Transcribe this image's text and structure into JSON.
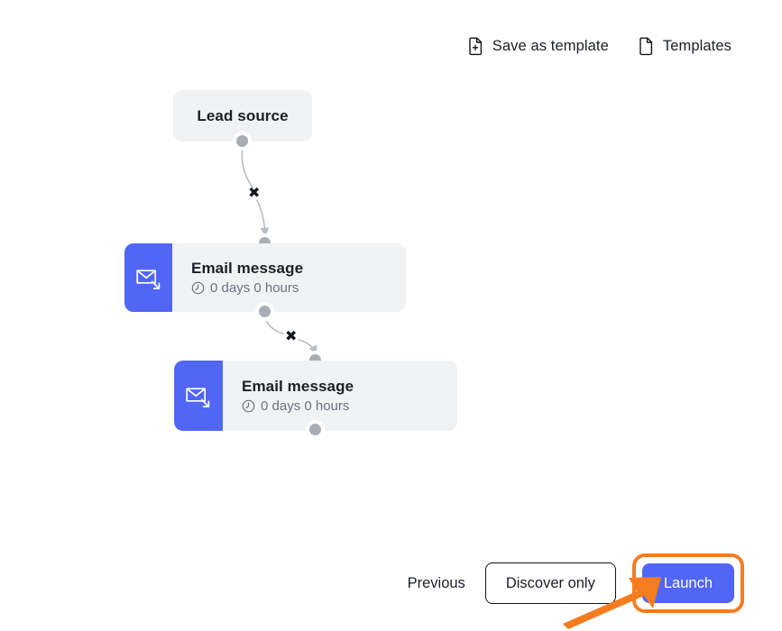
{
  "toolbar": {
    "actions": [
      {
        "label": "Save as template",
        "icon": "document-plus-icon"
      },
      {
        "label": "Templates",
        "icon": "document-icon"
      }
    ]
  },
  "flow": {
    "nodes": [
      {
        "id": "lead-source",
        "type": "trigger",
        "title": "Lead source",
        "subtitle": "",
        "icon": "",
        "accent": "#f1f2f4"
      },
      {
        "id": "email-message-1",
        "type": "email",
        "title": "Email message",
        "subtitle": "0 days 0 hours",
        "icon": "mail-send-icon",
        "accent": "#5166f5"
      },
      {
        "id": "email-message-2",
        "type": "email",
        "title": "Email message",
        "subtitle": "0 days 0 hours",
        "icon": "mail-send-icon",
        "accent": "#5166f5"
      }
    ],
    "edges": [
      {
        "from": "lead-source",
        "to": "email-message-1",
        "remove_marker": "✖"
      },
      {
        "from": "email-message-1",
        "to": "email-message-2",
        "remove_marker": "✖"
      }
    ],
    "colors": {
      "node_background": "#f1f2f4",
      "icon_block": "#5166f5",
      "port": "#a9aeb6",
      "edge_line": "#b9bdc4",
      "canvas": "#ffffff"
    }
  },
  "footer": {
    "previous_label": "Previous",
    "discover_label": "Discover only",
    "launch_label": "Launch",
    "launch_highlight_color": "#f57c1f",
    "launch_color": "#5166f5"
  },
  "annotation": {
    "arrow_color": "#f57c1f",
    "target": "Launch"
  }
}
